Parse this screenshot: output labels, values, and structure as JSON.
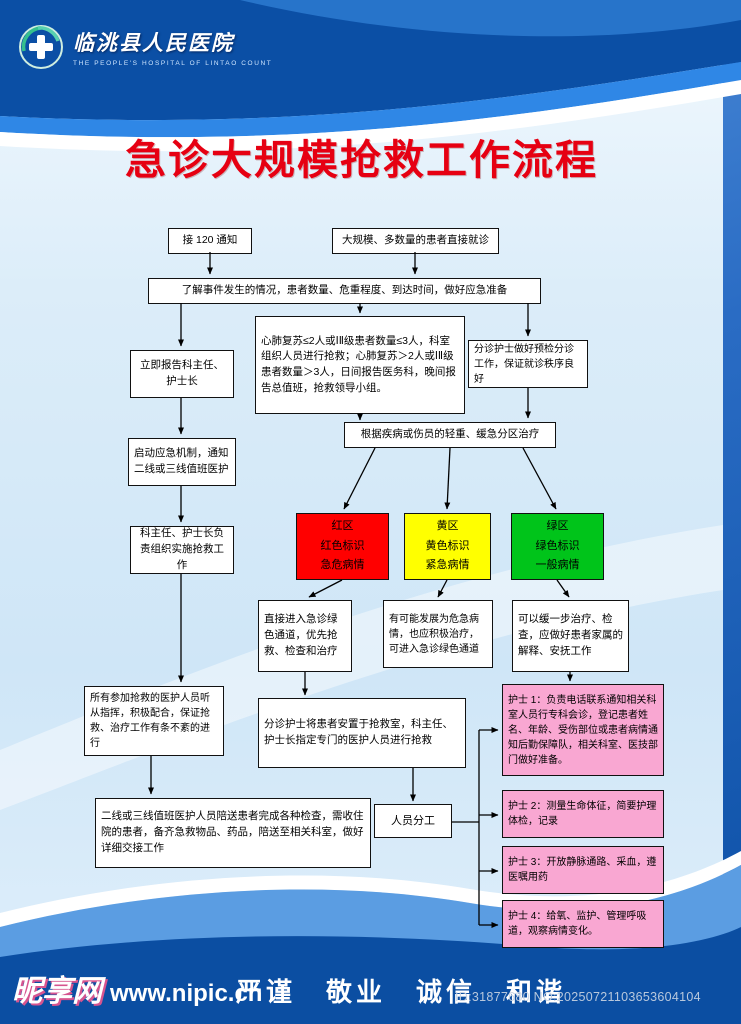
{
  "header": {
    "hospital_name": "临洮县人民医院",
    "hospital_name_en": "THE PEOPLE'S HOSPITAL OF LINTAO COUNT"
  },
  "title": "急诊大规模抢救工作流程",
  "colors": {
    "red_zone": "#ff0000",
    "yellow_zone": "#ffff00",
    "green_zone": "#00c41a",
    "pink_box": "#f9a7d2",
    "title_red": "#e60012",
    "header_blue": "#0b4fa5"
  },
  "flowchart": {
    "receive_120": "接 120 通知",
    "direct_visit": "大规模、多数量的患者直接就诊",
    "assess": "了解事件发生的情况，患者数量、危重程度、到达时间，做好应急准备",
    "report_leaders": "立即报告科主任、护士长",
    "cpr_rule": "心肺复苏≤2人或ⅠⅡ级患者数量≤3人，科室组织人员进行抢救；心肺复苏＞2人或ⅠⅡ级患者数量＞3人，日间报告医务科，晚间报告总值班，抢救领导小组。",
    "triage": "分诊护士做好预检分诊工作，保证就诊秩序良好",
    "activate": "启动应急机制，通知二线或三线值班医护",
    "zone_split": "根据疾病或伤员的轻重、缓急分区治疗",
    "red_zone": "红区\n红色标识\n急危病情",
    "yellow_zone": "黄区\n黄色标识\n紧急病情",
    "green_zone": "绿区\n绿色标识\n一般病情",
    "organize": "科主任、护士长负责组织实施抢救工作",
    "green_channel": "直接进入急诊绿色通道，优先抢救、检查和治疗",
    "may_worsen": "有可能发展为危急病情，也应积极治疗，可进入急诊绿色通道",
    "can_wait": "可以缓一步治疗、检查，应做好患者家属的解释、安抚工作",
    "obey_command": "所有参加抢救的医护人员听从指挥，积极配合，保证抢救、治疗工作有条不紊的进行",
    "rescue_room": "分诊护士将患者安置于抢救室，科主任、护士长指定专门的医护人员进行抢救",
    "division": "人员分工",
    "nurse1": "护士 1：负责电话联系通知相关科室人员行专科会诊，登记患者姓名、年龄、受伤部位或患者病情通知后勤保障队，相关科室、医技部门做好准备。",
    "nurse2": "护士 2：测量生命体征，简要护理体检，记录",
    "nurse3": "护士 3：开放静脉通路、采血，遵医嘱用药",
    "nurse4": "护士 4：给氧、监护、管理呼吸道，观察病情变化。",
    "escort": "二线或三线值班医护人员陪送患者完成各种检查，需收住院的患者，备齐急救物品、药品，陪送至相关科室，做好详细交接工作"
  },
  "footer": {
    "brand": "昵享网",
    "url": "www.nipic.cn",
    "motto": "严谨　敬业　诚信　和谐",
    "watermark": "ID:31877680 NO:20250721103653604104"
  }
}
